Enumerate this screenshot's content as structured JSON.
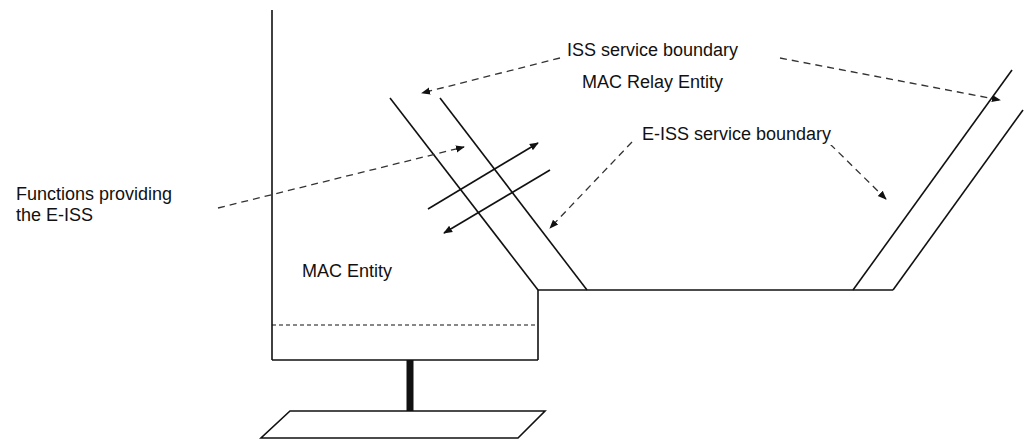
{
  "diagram": {
    "labels": [
      "ISS service boundary",
      "MAC Relay Entity",
      "E-ISS service boundary",
      "Functions providing the E-ISS",
      "MAC Entity"
    ]
  }
}
